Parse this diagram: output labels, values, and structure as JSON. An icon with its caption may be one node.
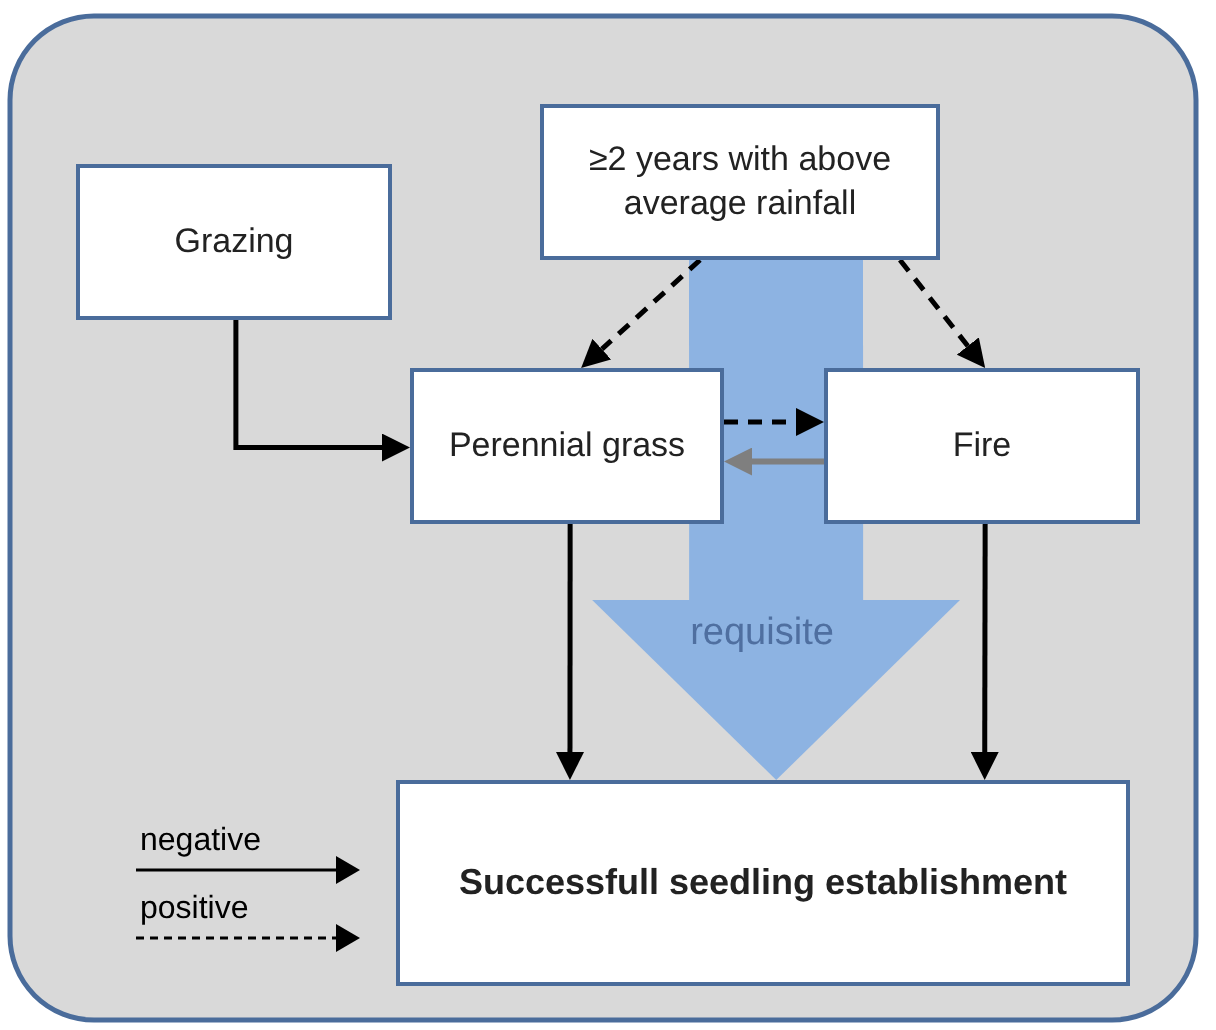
{
  "diagram": {
    "nodes": [
      {
        "text": [
          "Grazing"
        ]
      },
      {
        "text": [
          "≥2 years with above average rainfall"
        ]
      },
      {
        "text": [
          "Perennial grass"
        ]
      },
      {
        "text": [
          "Fire"
        ]
      },
      {
        "text": [
          "Successfull seedling establishment"
        ]
      }
    ],
    "edges": [
      {
        "from": 1,
        "to": 4,
        "arrow": "to",
        "label": "requisite",
        "style": "thick",
        "color": "#8db3e2"
      },
      {
        "from": 1,
        "to": 2,
        "arrow": "to",
        "style": "dashed"
      },
      {
        "from": 1,
        "to": 3,
        "arrow": "to",
        "style": "dashed"
      },
      {
        "from": 0,
        "to": 2,
        "arrow": "to"
      },
      {
        "from": 2,
        "to": 3,
        "arrow": "to",
        "style": "dashed"
      },
      {
        "from": 3,
        "to": 2,
        "arrow": "to",
        "color": "#7f7f7f"
      },
      {
        "from": 2,
        "to": 4,
        "arrow": "to"
      },
      {
        "from": 3,
        "to": 4,
        "arrow": "to"
      }
    ],
    "legend": [
      {
        "text": "negative"
      },
      {
        "text": "positive"
      }
    ]
  }
}
